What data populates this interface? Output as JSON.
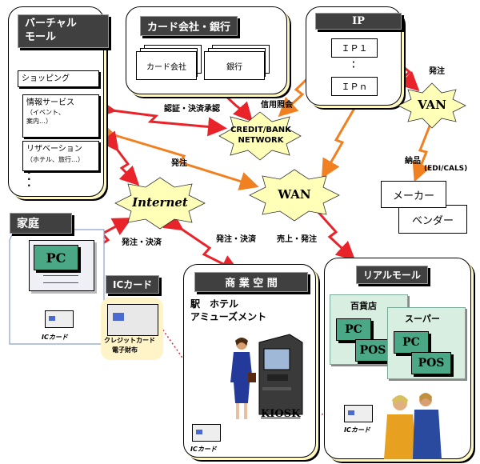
{
  "virtual_mall": {
    "title": "バーチャル\nモール",
    "items": [
      {
        "label": "ショッピング"
      },
      {
        "label": "情報サービス",
        "sub": "（イベント、\n案内…）"
      },
      {
        "label": "リザベーション",
        "sub": "（ホテル、旅行…）"
      }
    ]
  },
  "card_bank": {
    "title": "カード会社・銀行",
    "card_company": "カード会社",
    "bank": "銀行"
  },
  "ip": {
    "title": "IP",
    "ip1": "ＩＰ１",
    "ipn": "ＩＰｎ"
  },
  "networks": {
    "van": "VAN",
    "credit_bank": "CREDIT/BANK\nNETWORK",
    "internet": "Internet",
    "wan": "WAN"
  },
  "edges": {
    "auth": "認証・決済承認",
    "credit_inquiry": "信用照会",
    "order_top": "発注",
    "order_mid": "発注",
    "delivery": "納品",
    "edi": "(EDI/CALS)",
    "order_settle_left": "発注・決済",
    "order_settle_mid": "発注・決済",
    "sales_order": "売上・発注"
  },
  "maker": "メーカー",
  "vendor": "ベンダー",
  "home": {
    "title": "家庭",
    "pc": "PC",
    "ic_card": "ICカード"
  },
  "ic_card_section": {
    "title": "ICカード",
    "credit_card": "クレジットカード",
    "e_wallet": "電子財布"
  },
  "commercial": {
    "title": "商 業 空 間",
    "places": "駅　ホテル\nアミューズメント",
    "kiosk": "KIOSK",
    "ic_card": "ICカード"
  },
  "real_mall": {
    "title": "リアルモール",
    "dept_store": "百貨店",
    "super": "スーパー",
    "pc": "PC",
    "pos": "POS",
    "ic_card": "ICカード"
  }
}
